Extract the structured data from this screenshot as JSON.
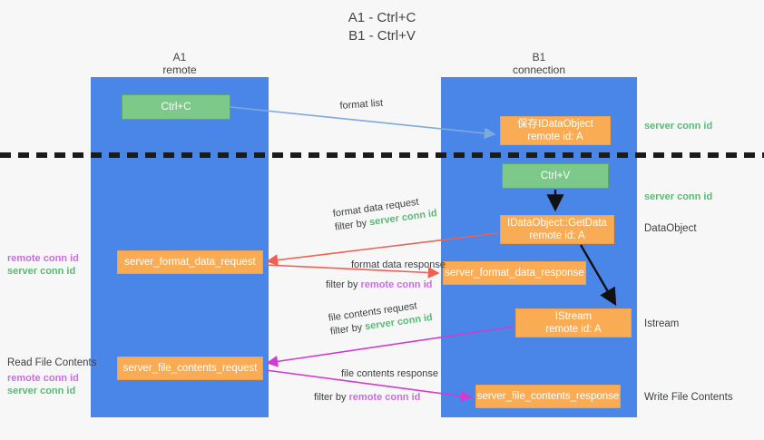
{
  "title": {
    "line1": "A1 - Ctrl+C",
    "line2": "B1 - Ctrl+V"
  },
  "lanes": [
    {
      "id": "a1",
      "name": "A1",
      "role": "remote",
      "color": "#4a86e8"
    },
    {
      "id": "b1",
      "name": "B1",
      "role": "connection",
      "color": "#4a86e8"
    }
  ],
  "colors": {
    "lane": "#4a86e8",
    "green_box": "#7dc98a",
    "orange_box": "#f9ac53",
    "server_conn_id": "#57bb72",
    "remote_conn_id": "#cb6ce6",
    "format_arrow": "#7ea9dd",
    "format_data_arrow": "#ef5f52",
    "file_arrow": "#d13bd1",
    "flow_arrow": "#111111",
    "background": "#f7f7f7"
  },
  "boxes": {
    "ctrl_c": {
      "label": "Ctrl+C",
      "type": "green"
    },
    "idataobject": {
      "label": "保存IDataObject",
      "sub": "remote id: A",
      "type": "orange"
    },
    "ctrl_v": {
      "label": "Ctrl+V",
      "type": "green"
    },
    "getdata": {
      "label": "IDataObject::GetData",
      "sub": "remote id: A",
      "type": "orange"
    },
    "istream": {
      "label": "IStream",
      "sub": "remote id: A",
      "type": "orange"
    },
    "server_format_data_request": {
      "label": "server_format_data_request",
      "type": "orange"
    },
    "server_format_data_response": {
      "label": "server_format_data_response",
      "type": "orange"
    },
    "server_file_contents_request": {
      "label": "server_file_contents_request",
      "type": "orange"
    },
    "server_file_contents_response": {
      "label": "server_file_contents_response",
      "type": "orange"
    }
  },
  "arrow_labels": {
    "format_list": "format list",
    "format_data_request": "format data request",
    "format_data_response": "format data response",
    "file_contents_request": "file contents request",
    "file_contents_response": "file contents response",
    "filter_by": "filter by ",
    "server_conn_id": "server conn id",
    "remote_conn_id": "remote conn id"
  },
  "side_labels": {
    "server_conn_id": "server conn id",
    "remote_conn_id": "remote conn id",
    "dataobject": "DataObject",
    "istream": "Istream",
    "write_file_contents": "Write File Contents",
    "read_file_contents": "Read File Contents"
  }
}
